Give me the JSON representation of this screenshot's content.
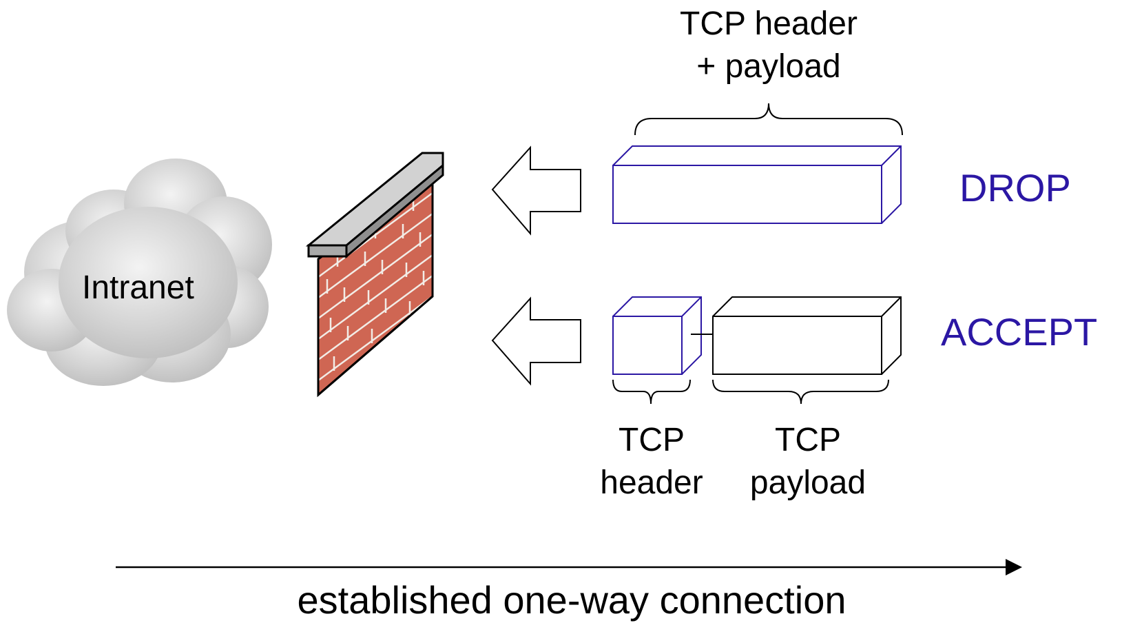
{
  "cloud": {
    "label": "Intranet"
  },
  "top_packet": {
    "brace_label_line1": "TCP header",
    "brace_label_line2": "+ payload",
    "verdict": "DROP"
  },
  "bottom_packet": {
    "header_label_line1": "TCP",
    "header_label_line2": "header",
    "payload_label_line1": "TCP",
    "payload_label_line2": "payload",
    "verdict": "ACCEPT"
  },
  "timeline": {
    "label": "established one-way connection"
  },
  "colors": {
    "verdict": "#2b17a4",
    "header_box": "#2b17a4",
    "brick": "#cf6653",
    "mortar": "#f2ece6",
    "wall_cap": "#c8c8c8",
    "cloud": "#d2d2d2"
  }
}
